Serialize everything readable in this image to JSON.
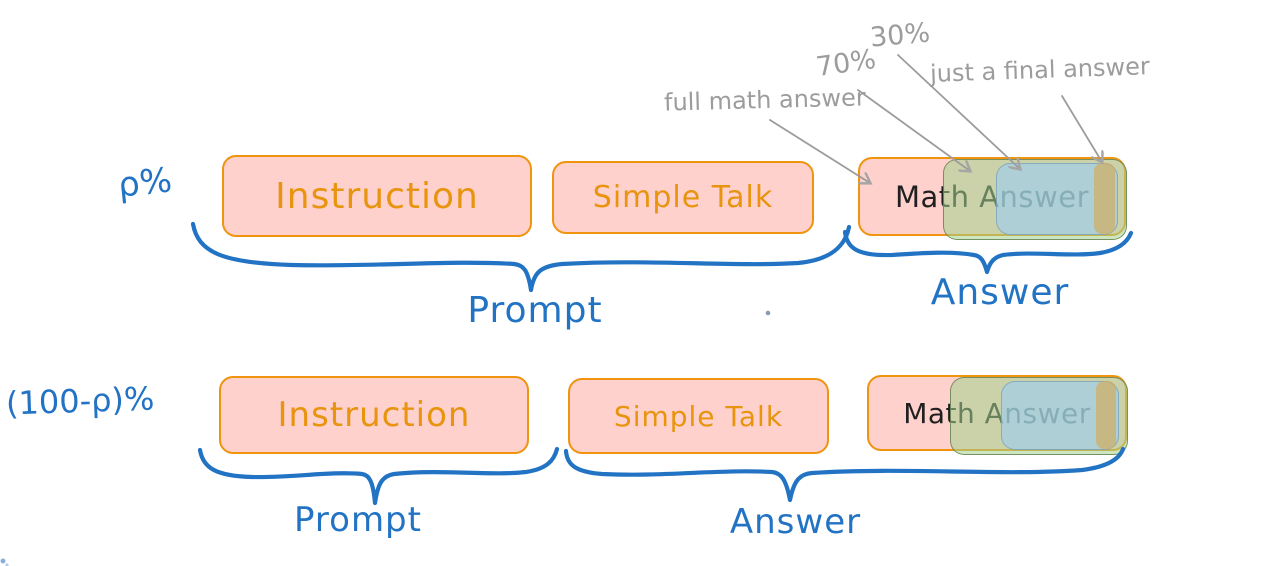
{
  "colors": {
    "accent_blue": "#2273c4",
    "box_fill_pink": "#ffd1cd",
    "box_border_orange": "#f0930e",
    "box_text_orange": "#e8940e",
    "math_text": "#202020",
    "annotation_gray": "#9c9c9c",
    "overlay_green": "rgba(160,210,140,0.55)",
    "overlay_green_border": "rgba(105,132,82,0.85)",
    "overlay_blue": "rgba(155,205,245,0.60)",
    "overlay_blue_border": "rgba(110,150,175,0.65)",
    "overlay_tan": "rgba(215,170,80,0.62)"
  },
  "annotations": [
    {
      "label": "full math answer"
    },
    {
      "label": "70%"
    },
    {
      "label": "30%"
    },
    {
      "label": "just a final answer"
    }
  ],
  "rows": [
    {
      "ratio_label": "ρ%",
      "boxes": {
        "instruction": "Instruction",
        "simple_talk": "Simple Talk",
        "math_answer": "Math Answer"
      },
      "brace_labels": {
        "prompt": "Prompt",
        "answer": "Answer"
      }
    },
    {
      "ratio_label": "(100-ρ)%",
      "boxes": {
        "instruction": "Instruction",
        "simple_talk": "Simple Talk",
        "math_answer": "Math Answer"
      },
      "brace_labels": {
        "prompt": "Prompt",
        "answer": "Answer"
      }
    }
  ]
}
